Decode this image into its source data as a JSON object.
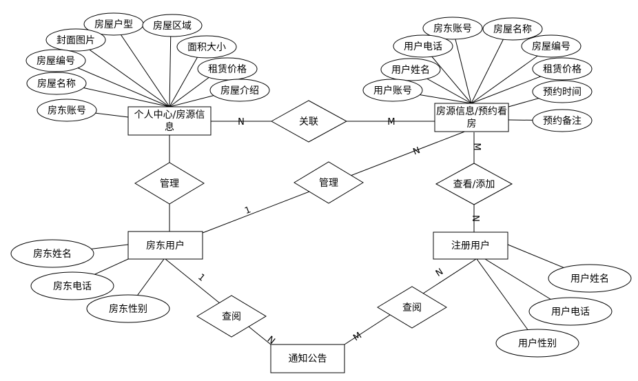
{
  "entities": {
    "profile": "个人中心/房源信息",
    "viewing": "房源信息/预约看房",
    "landlord": "房东用户",
    "user": "注册用户",
    "notice": "通知公告"
  },
  "relationships": {
    "link": "关联",
    "manage_left": "管理",
    "manage_mid": "管理",
    "view_add": "查看/添加",
    "read_left": "查阅",
    "read_right": "查阅"
  },
  "attributes": {
    "profile": [
      "房屋户型",
      "房屋区域",
      "封面图片",
      "面积大小",
      "房屋编号",
      "租赁价格",
      "房屋名称",
      "房屋介绍",
      "房东账号"
    ],
    "viewing": [
      "房东账号",
      "房屋名称",
      "用户电话",
      "房屋编号",
      "用户姓名",
      "租赁价格",
      "用户账号",
      "预约时间",
      "预约备注"
    ],
    "landlord": [
      "房东姓名",
      "房东电话",
      "房东性别"
    ],
    "user": [
      "用户姓名",
      "用户电话",
      "用户性别"
    ]
  },
  "cardinality": {
    "link_n": "N",
    "link_m": "M",
    "manage_mid_n": "N",
    "manage_mid_1": "1",
    "view_m": "M",
    "view_n": "N",
    "read_left_1": "1",
    "read_left_n": "N",
    "read_right_m": "M",
    "read_right_n": "N"
  }
}
